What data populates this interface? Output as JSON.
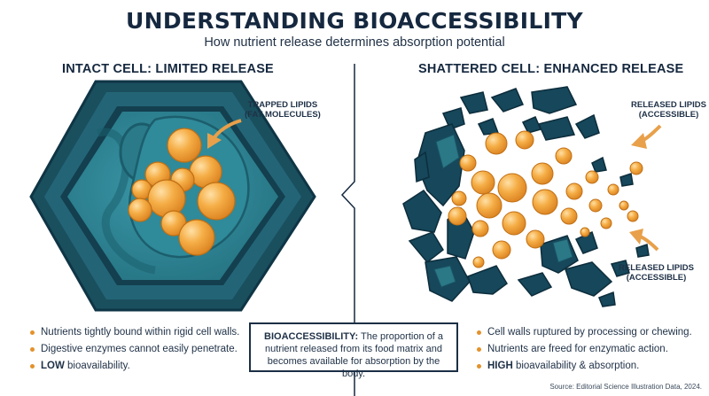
{
  "header": {
    "title": "UNDERSTANDING BIOACCESSIBILITY",
    "subtitle": "How nutrient release determines absorption potential"
  },
  "left_panel": {
    "title": "INTACT CELL: LIMITED RELEASE",
    "callout": [
      "TRAPPED LIPIDS",
      "(FAT MOLECULES)"
    ],
    "bullets": [
      "Nutrients tightly bound within rigid cell walls.",
      "Digestive enzymes cannot easily penetrate."
    ],
    "bullet_emphasis": "LOW",
    "bullet_emphasis_rest": " bioavailability."
  },
  "right_panel": {
    "title": "SHATTERED CELL: ENHANCED RELEASE",
    "callout_top": [
      "RELEASED LIPIDS",
      "(ACCESSIBLE)"
    ],
    "callout_bottom": [
      "RELEASED LIPIDS",
      "(ACCESSIBLE)"
    ],
    "bullets": [
      "Cell walls ruptured by processing or chewing.",
      "Nutrients are freed for enzymatic action."
    ],
    "bullet_emphasis": "HIGH",
    "bullet_emphasis_rest": " bioavailability & absorption."
  },
  "definition": {
    "term": "BIOACCESSIBILITY:",
    "text": " The proportion of a nutrient released from its food matrix and becomes available for absorption by the body."
  },
  "source": "Source: Editorial Science Illustration Data, 2024.",
  "colors": {
    "cell_wall": "#1f5a68",
    "cell_wall_dark": "#123a4b",
    "cytoplasm": "#2d8596",
    "lipid": "#f2a640",
    "lipid_highlight": "#ffd28a",
    "arrow": "#e8a04a",
    "text_dark": "#15283f"
  },
  "icons": [
    "lipid-droplet-icon",
    "cell-wall-fragment-icon",
    "arrow-icon"
  ]
}
